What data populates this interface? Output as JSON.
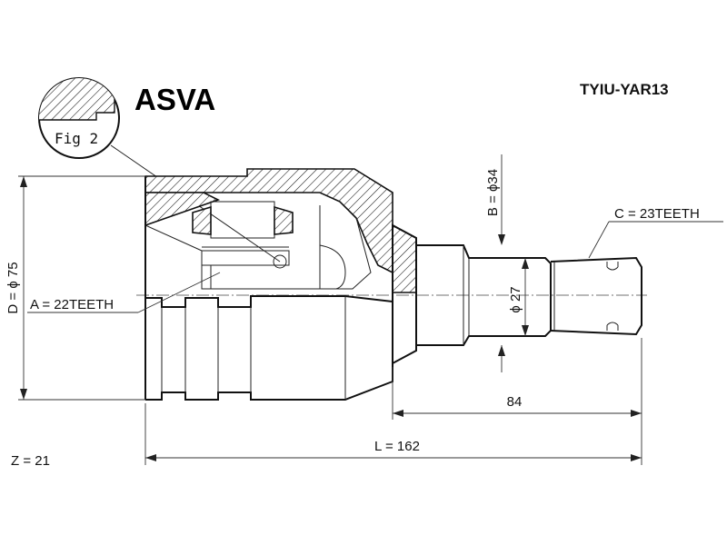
{
  "brand": "ASVA",
  "part_number": "TYIU-YAR13",
  "figure_label": "Fig 2",
  "dimensions": {
    "outer_diameter": "D = ϕ 75",
    "bearing_diameter": "B = ϕ34",
    "shaft_diameter": "ϕ 27",
    "inner_spline": "A = 22TEETH",
    "outer_spline": "C = 23TEETH",
    "stem_length": "84",
    "total_length": "L = 162",
    "ball_count": "Z = 21"
  }
}
